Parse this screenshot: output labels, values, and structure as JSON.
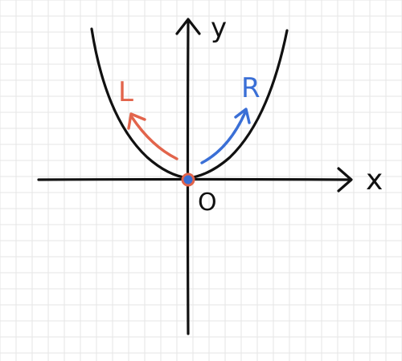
{
  "labels": {
    "x_axis": "x",
    "y_axis": "y",
    "origin": "O",
    "left_arrow": "L",
    "right_arrow": "R"
  },
  "colors": {
    "background": "#ffffff",
    "grid": "#e6e6e6",
    "ink": "#111111",
    "left_arrow": "#e2644b",
    "right_arrow": "#3a6fd6",
    "origin_point_fill": "#3a6fd6",
    "origin_point_ring": "#e2644b"
  }
}
